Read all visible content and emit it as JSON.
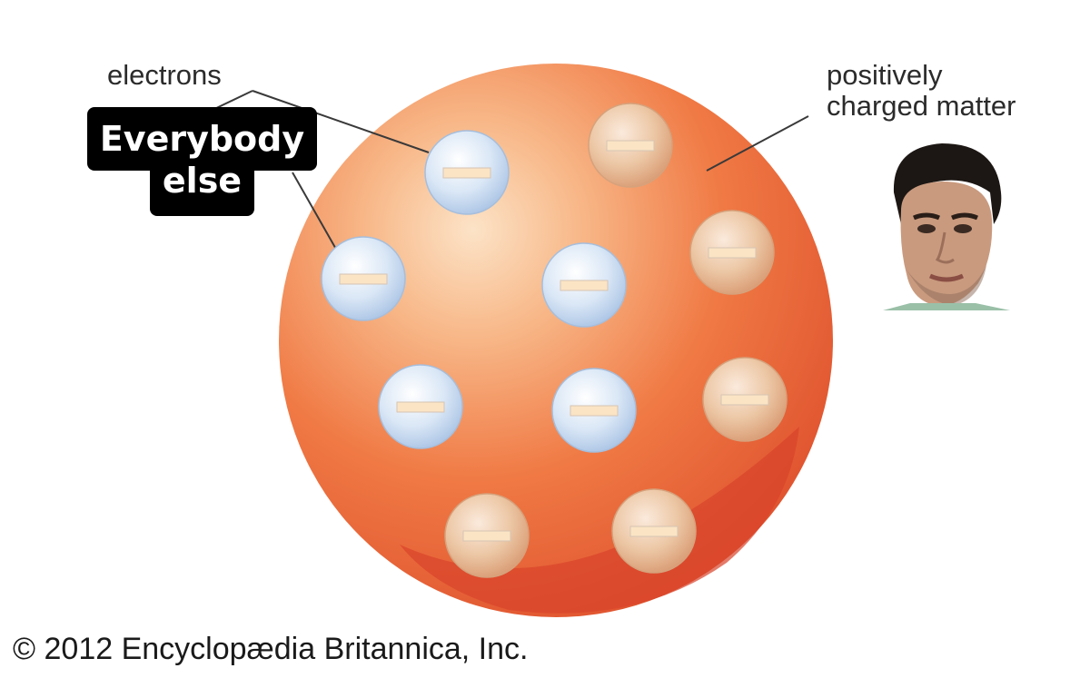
{
  "labels": {
    "electrons": "electrons",
    "positive_line1": "positively",
    "positive_line2": "charged matter"
  },
  "meme_caption": {
    "line1": "Everybody",
    "line2": "else"
  },
  "copyright": "© 2012 Encyclopædia Britannica, Inc.",
  "colors": {
    "sphere_light": "#f9d7b6",
    "sphere_mid": "#f07840",
    "sphere_dark": "#d84a2c",
    "electron_blue": "#c9dcf2",
    "electron_tan": "#e7b890",
    "minus_bar": "#fbe4c4",
    "caption_bg": "#000000",
    "caption_text": "#ffffff",
    "leader_line": "#3a3a3a"
  },
  "icons": {
    "electron": "minus-sign-electron-icon",
    "portrait": "face-portrait-icon"
  }
}
